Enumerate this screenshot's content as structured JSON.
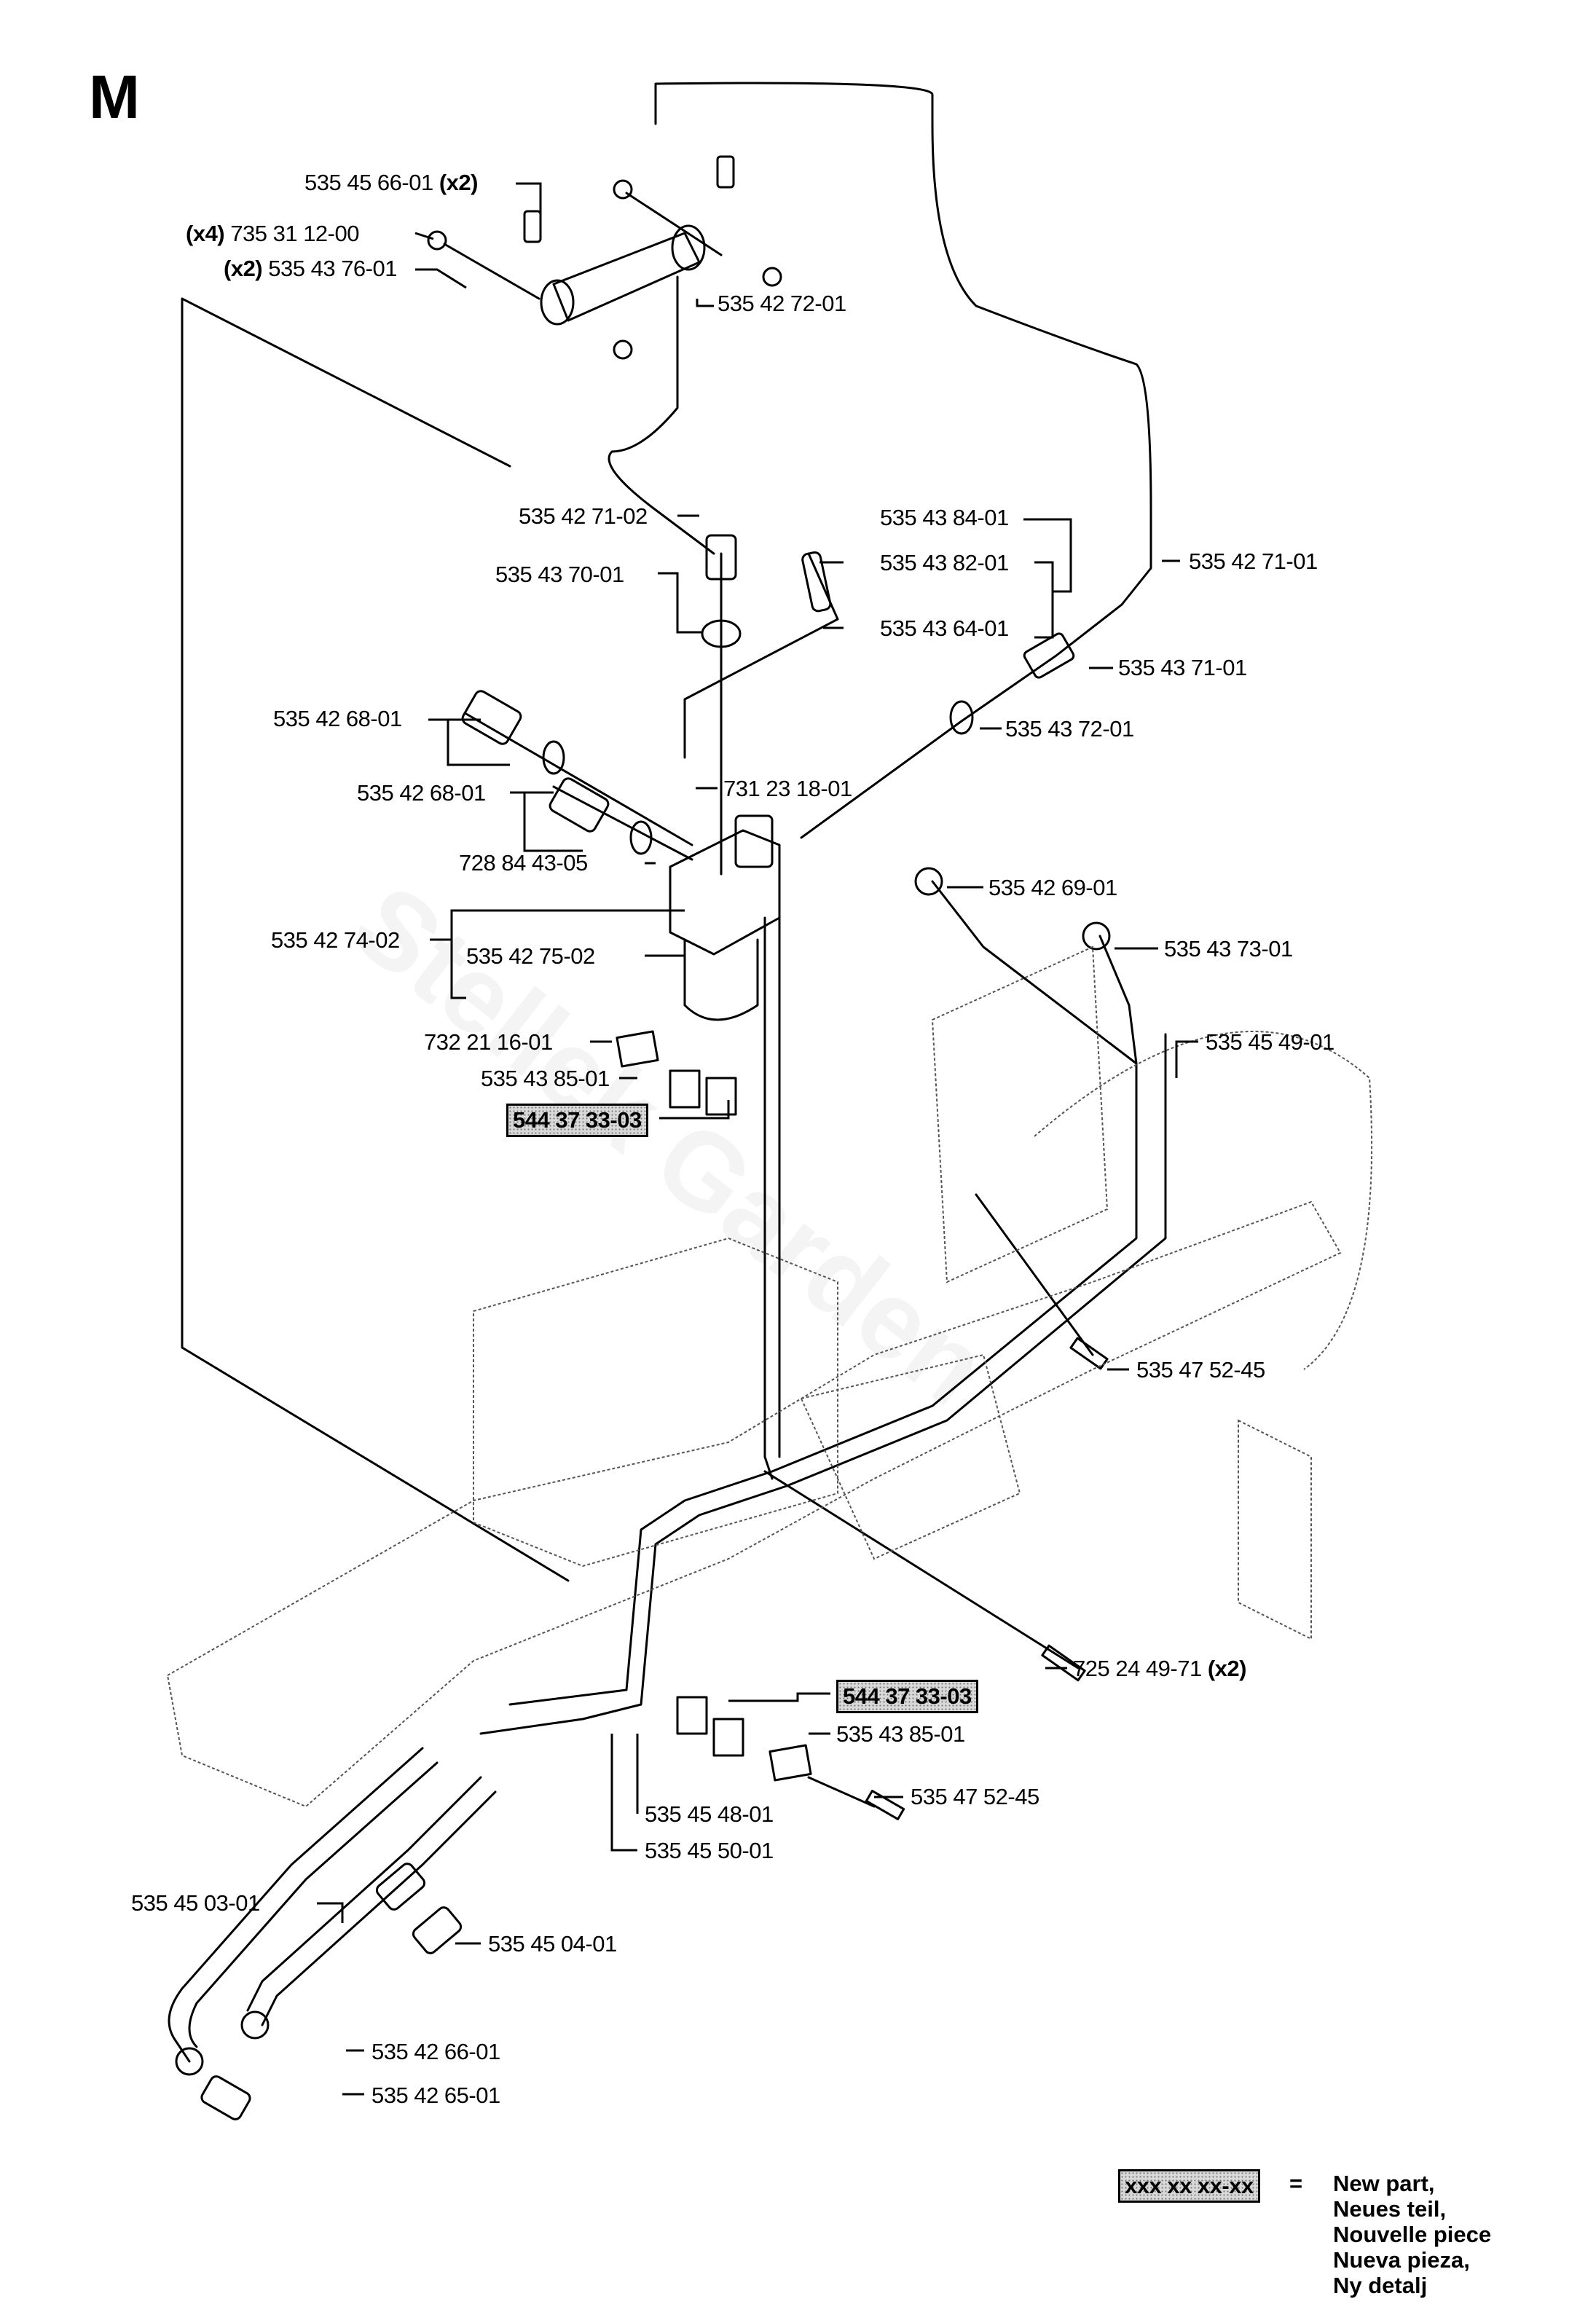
{
  "section_letter": "M",
  "watermark": "Stellek Garden",
  "colors": {
    "line": "#000000",
    "frame_dashed": "#555555",
    "new_part_fill": "#d9d9d9"
  },
  "labels": [
    {
      "id": "p1",
      "part": "535 45 66-01",
      "qty": "(x2)",
      "qty_pos": "after"
    },
    {
      "id": "p2",
      "part": "735 31 12-00",
      "qty": "(x4)",
      "qty_pos": "before"
    },
    {
      "id": "p3",
      "part": "535 43 76-01",
      "qty": "(x2)",
      "qty_pos": "before"
    },
    {
      "id": "p4",
      "part": "535 42 72-01"
    },
    {
      "id": "p5",
      "part": "535 42 71-02"
    },
    {
      "id": "p6",
      "part": "535 43 70-01"
    },
    {
      "id": "p7",
      "part": "535 43 84-01"
    },
    {
      "id": "p8",
      "part": "535 43 82-01"
    },
    {
      "id": "p9",
      "part": "535 43 64-01"
    },
    {
      "id": "p10",
      "part": "535 42 71-01"
    },
    {
      "id": "p11",
      "part": "535 43 71-01"
    },
    {
      "id": "p12",
      "part": "535 43 72-01"
    },
    {
      "id": "p13",
      "part": "535 42 68-01"
    },
    {
      "id": "p14",
      "part": "535 42 68-01"
    },
    {
      "id": "p15",
      "part": "731 23 18-01"
    },
    {
      "id": "p16",
      "part": "728 84 43-05"
    },
    {
      "id": "p17",
      "part": "535 42 74-02"
    },
    {
      "id": "p18",
      "part": "535 42 75-02"
    },
    {
      "id": "p19",
      "part": "535 42 69-01"
    },
    {
      "id": "p20",
      "part": "535 43 73-01"
    },
    {
      "id": "p21",
      "part": "732 21 16-01"
    },
    {
      "id": "p22",
      "part": "535 45 49-01"
    },
    {
      "id": "p23",
      "part": "535 43 85-01"
    },
    {
      "id": "p24",
      "part": "544 37 33-03",
      "new": true
    },
    {
      "id": "p25",
      "part": "535 47 52-45"
    },
    {
      "id": "p26",
      "part": "725 24 49-71",
      "qty": "(x2)",
      "qty_pos": "after"
    },
    {
      "id": "p27",
      "part": "544 37 33-03",
      "new": true
    },
    {
      "id": "p28",
      "part": "535 43 85-01"
    },
    {
      "id": "p29",
      "part": "535 47 52-45"
    },
    {
      "id": "p30",
      "part": "535 45 48-01"
    },
    {
      "id": "p31",
      "part": "535 45 50-01"
    },
    {
      "id": "p32",
      "part": "535 45 03-01"
    },
    {
      "id": "p33",
      "part": "535 45 04-01"
    },
    {
      "id": "p34",
      "part": "535 42 66-01"
    },
    {
      "id": "p35",
      "part": "535 42 65-01"
    }
  ],
  "legend": {
    "sample": "xxx xx xx-xx",
    "equals": "=",
    "lines": [
      "New part,",
      "Neues teil,",
      "Nouvelle piece",
      "Nueva pieza,",
      "Ny detalj"
    ]
  }
}
